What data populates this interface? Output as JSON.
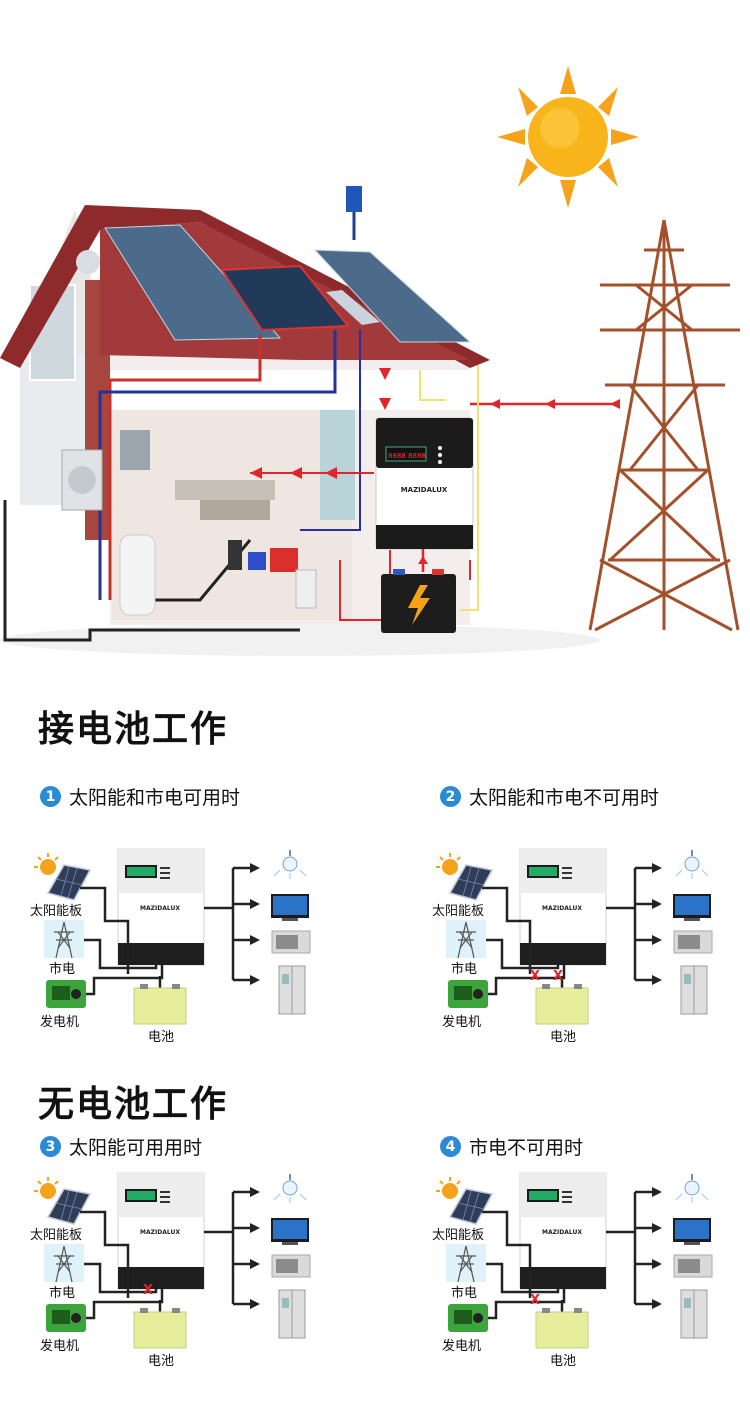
{
  "colors": {
    "accent_blue": "#2a8ad4",
    "flow_red": "#e0262b",
    "roof": "#8e2a2c",
    "tower": "#a4502b",
    "sun": "#f6a21b",
    "battery": "#e6ee9c"
  },
  "hero": {
    "inverter_brand": "MAZIDALUX",
    "inverter_display": "8888 8888"
  },
  "section_battery": {
    "title": "接电池工作"
  },
  "section_no_battery": {
    "title": "无电池工作"
  },
  "scenarios": [
    {
      "num": "1",
      "title": "太阳能和市电可用时"
    },
    {
      "num": "2",
      "title": "太阳能和市电不可用时"
    },
    {
      "num": "3",
      "title": "太阳能可用用时"
    },
    {
      "num": "4",
      "title": "市电不可用时"
    }
  ],
  "labels": {
    "solar": "太阳能板",
    "grid": "市电",
    "generator": "发电机",
    "battery": "电池",
    "brand": "MAZIDALUX",
    "cut_mark": "X"
  },
  "icons": [
    "sun-icon",
    "solar-panel-icon",
    "pylon-icon",
    "generator-icon",
    "battery-icon",
    "bulb-icon",
    "tv-icon",
    "microwave-icon",
    "fridge-icon"
  ]
}
